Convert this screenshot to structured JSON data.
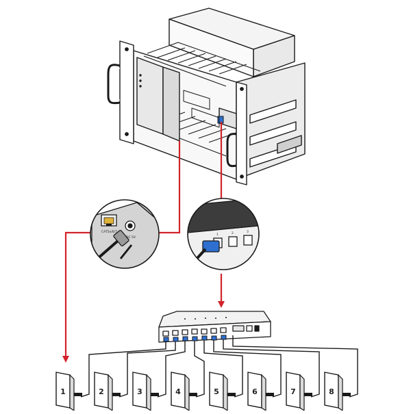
{
  "colors": {
    "red_line": "#d2232a",
    "blue_connector": "#2e6fd0",
    "chassis_fill": "#f2f2f2",
    "outline": "#1a1a1a",
    "panel_fill": "#e6e6e6",
    "callout_fill": "#d4d4d4"
  },
  "icons": {
    "chassis": "rack-chassis-icon",
    "switch": "network-switch-icon",
    "wallplate": "wall-plate-icon",
    "rj45": "rj45-port-icon",
    "dc": "dc-power-jack-icon"
  },
  "callout_left": {
    "port_label": "CAT5e/6/7",
    "dc_label": "DC 5V"
  },
  "callout_right": {
    "port_numbers": [
      "1",
      "2",
      "3"
    ]
  },
  "wallplates": [
    "1",
    "2",
    "3",
    "4",
    "5",
    "6",
    "7",
    "8"
  ]
}
